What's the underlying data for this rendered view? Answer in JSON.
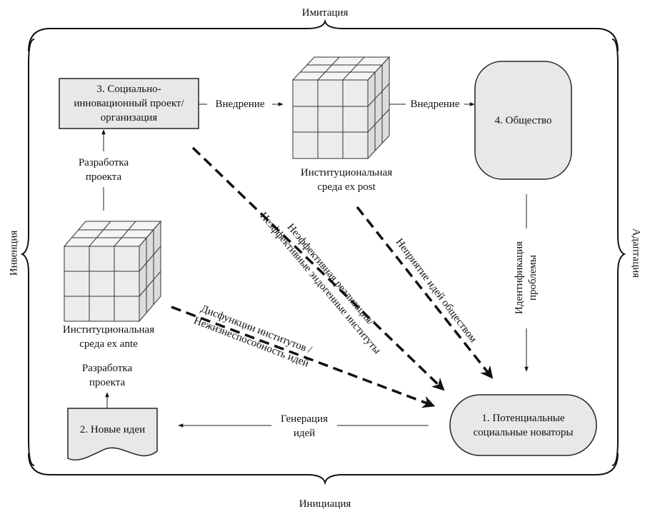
{
  "frame": {
    "top": "Имитация",
    "bottom": "Инициация",
    "left": "Инвенция",
    "right": "Адаптация"
  },
  "nodes": {
    "project": {
      "line1": "3. Социально-",
      "line2": "инновационный проект/",
      "line3": "организация"
    },
    "society": "4. Общество",
    "ideas": "2. Новые идеи",
    "innovators": {
      "line1": "1. Потенциальные",
      "line2": "социальные новаторы"
    },
    "env_post": {
      "line1": "Институциональная",
      "line2": "среда ex post"
    },
    "env_ante": {
      "line1": "Институциональная",
      "line2": "среда ex ante"
    }
  },
  "edges": {
    "implement1": "Внедрение",
    "implement2": "Внедрение",
    "develop_top": {
      "line1": "Разработка",
      "line2": "проекта"
    },
    "develop_bottom": {
      "line1": "Разработка",
      "line2": "проекта"
    },
    "generation": {
      "line1": "Генерация",
      "line2": "идей"
    },
    "identification": {
      "line1": "Идентификация",
      "line2": "проблемы"
    },
    "dysfunction": {
      "line1": "Дисфункции институтов /",
      "line2": "Нежизнеспособность  идей"
    },
    "ineffective": {
      "line1": "Неэффективная реализация/",
      "line2": "Неэффективные  эндогенные институты"
    },
    "rejection": "Неприятие идей обществом"
  }
}
